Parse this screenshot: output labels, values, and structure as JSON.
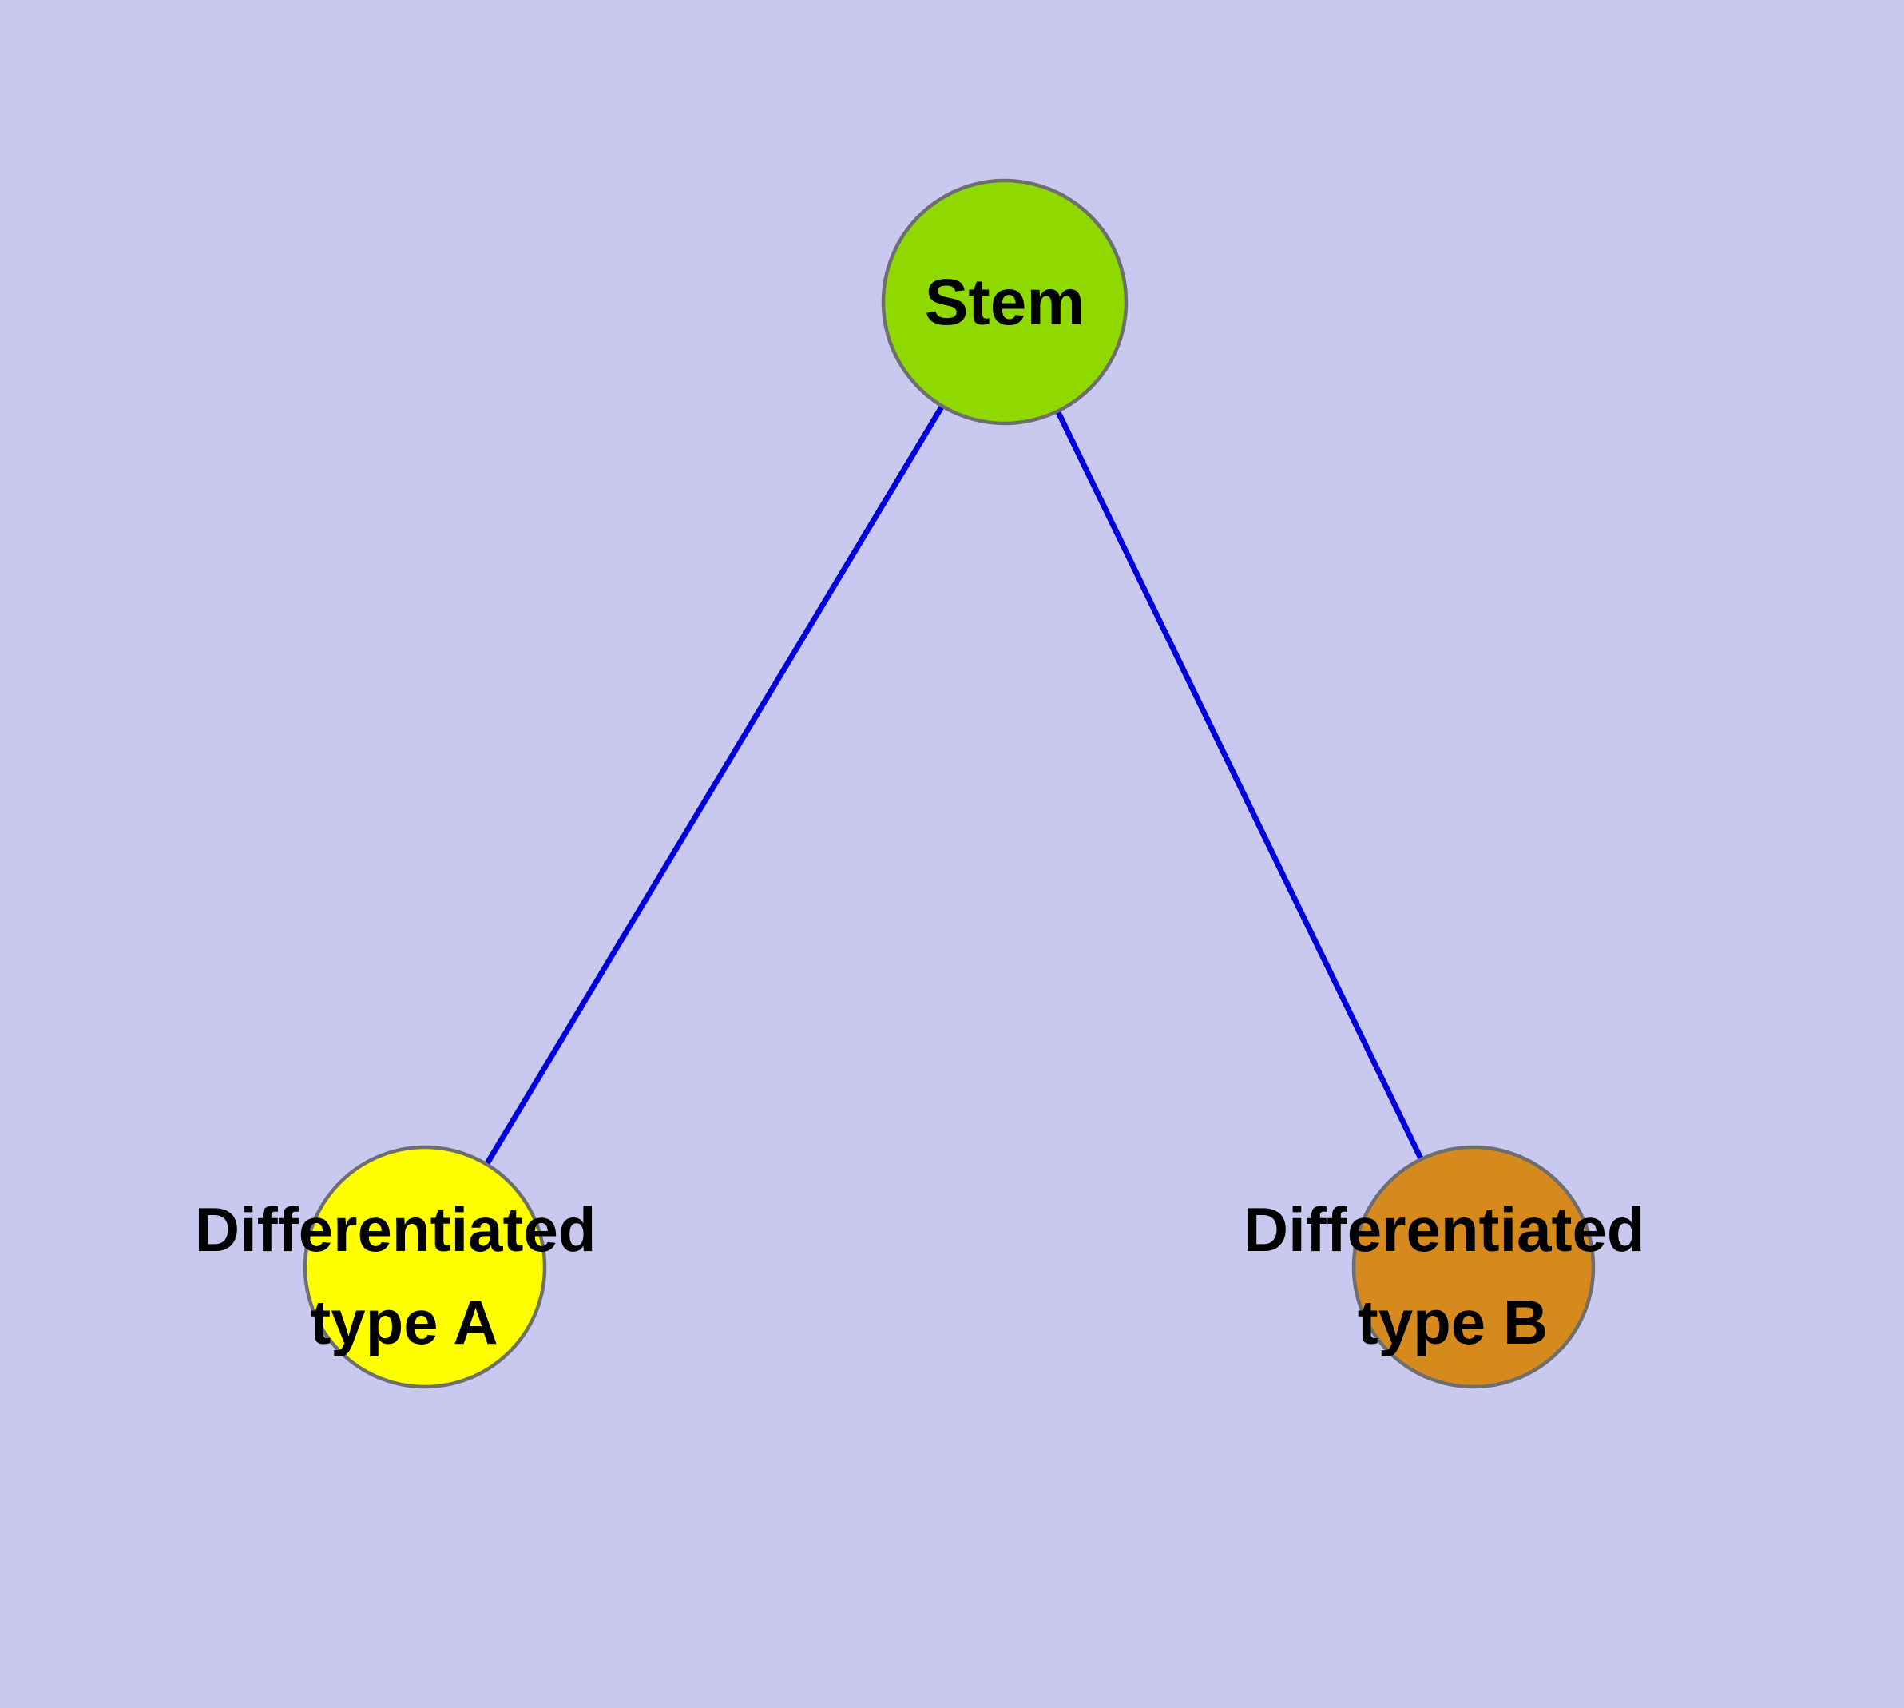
{
  "diagram": {
    "type": "graph",
    "background_color": "#c9c9f0",
    "edge_color": "#0000dd",
    "node_border_color": "#6e6e6e",
    "text_color": "#000000",
    "nodes": [
      {
        "id": "stem",
        "label": "Stem",
        "color": "#8fd900"
      },
      {
        "id": "differentiated-type-a",
        "label": "Differentiated type A",
        "label_line1": "Differentiated",
        "label_line2": "type A",
        "color": "#ffff00"
      },
      {
        "id": "differentiated-type-b",
        "label": "Differentiated type B",
        "label_line1": "Differentiated",
        "label_line2": "type B",
        "color": "#d68a1e"
      }
    ],
    "edges": [
      {
        "from": "Stem",
        "to": "Differentiated type A"
      },
      {
        "from": "Stem",
        "to": "Differentiated type B"
      }
    ]
  }
}
